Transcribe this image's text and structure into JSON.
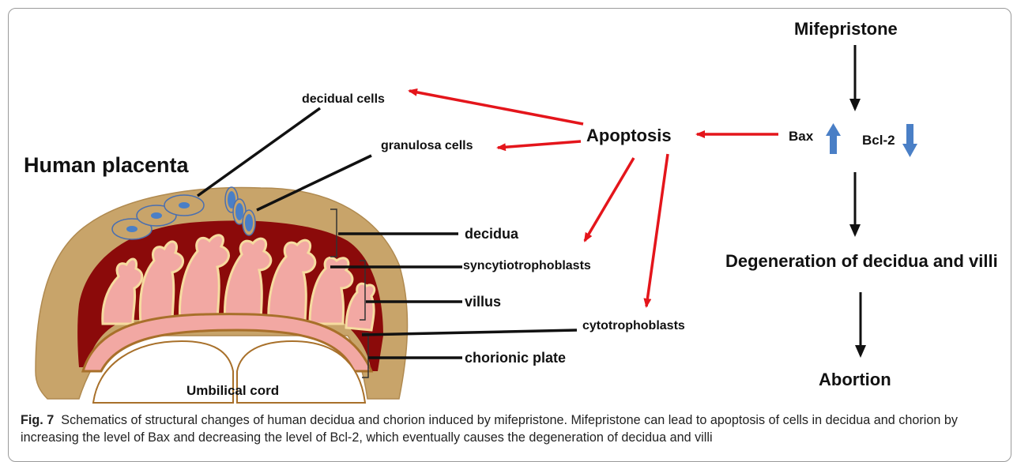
{
  "diagram": {
    "title": "Human placenta",
    "umbilical_label": "Umbilical cord",
    "cell_labels": {
      "decidual": "decidual cells",
      "granulosa": "granulosa cells"
    },
    "layer_labels": {
      "decidua": "decidua",
      "syncytiotrophoblasts": "syncytiotrophoblasts",
      "villus": "villus",
      "cytotrophoblasts": "cytotrophoblasts",
      "chorionic_plate": "chorionic plate"
    },
    "pathway": {
      "drug": "Mifepristone",
      "bax": "Bax",
      "bcl2": "Bcl-2",
      "apoptosis": "Apoptosis",
      "degeneration": "Degeneration of decidua and villi",
      "outcome": "Abortion"
    },
    "colors": {
      "decidua_tan": "#c8a46a",
      "maroon": "#8b0a0a",
      "villus_pink": "#f2a8a3",
      "red_arrow": "#e4151b",
      "blue_arrow": "#4a7fc6"
    }
  },
  "caption": {
    "fig_label": "Fig. 7",
    "text": "Schematics of structural changes of human decidua and chorion induced by mifepristone. Mifepristone can lead to apoptosis of cells in decidua and chorion by increasing the level of Bax and decreasing the level of Bcl-2, which eventually causes the degeneration of decidua and villi"
  }
}
